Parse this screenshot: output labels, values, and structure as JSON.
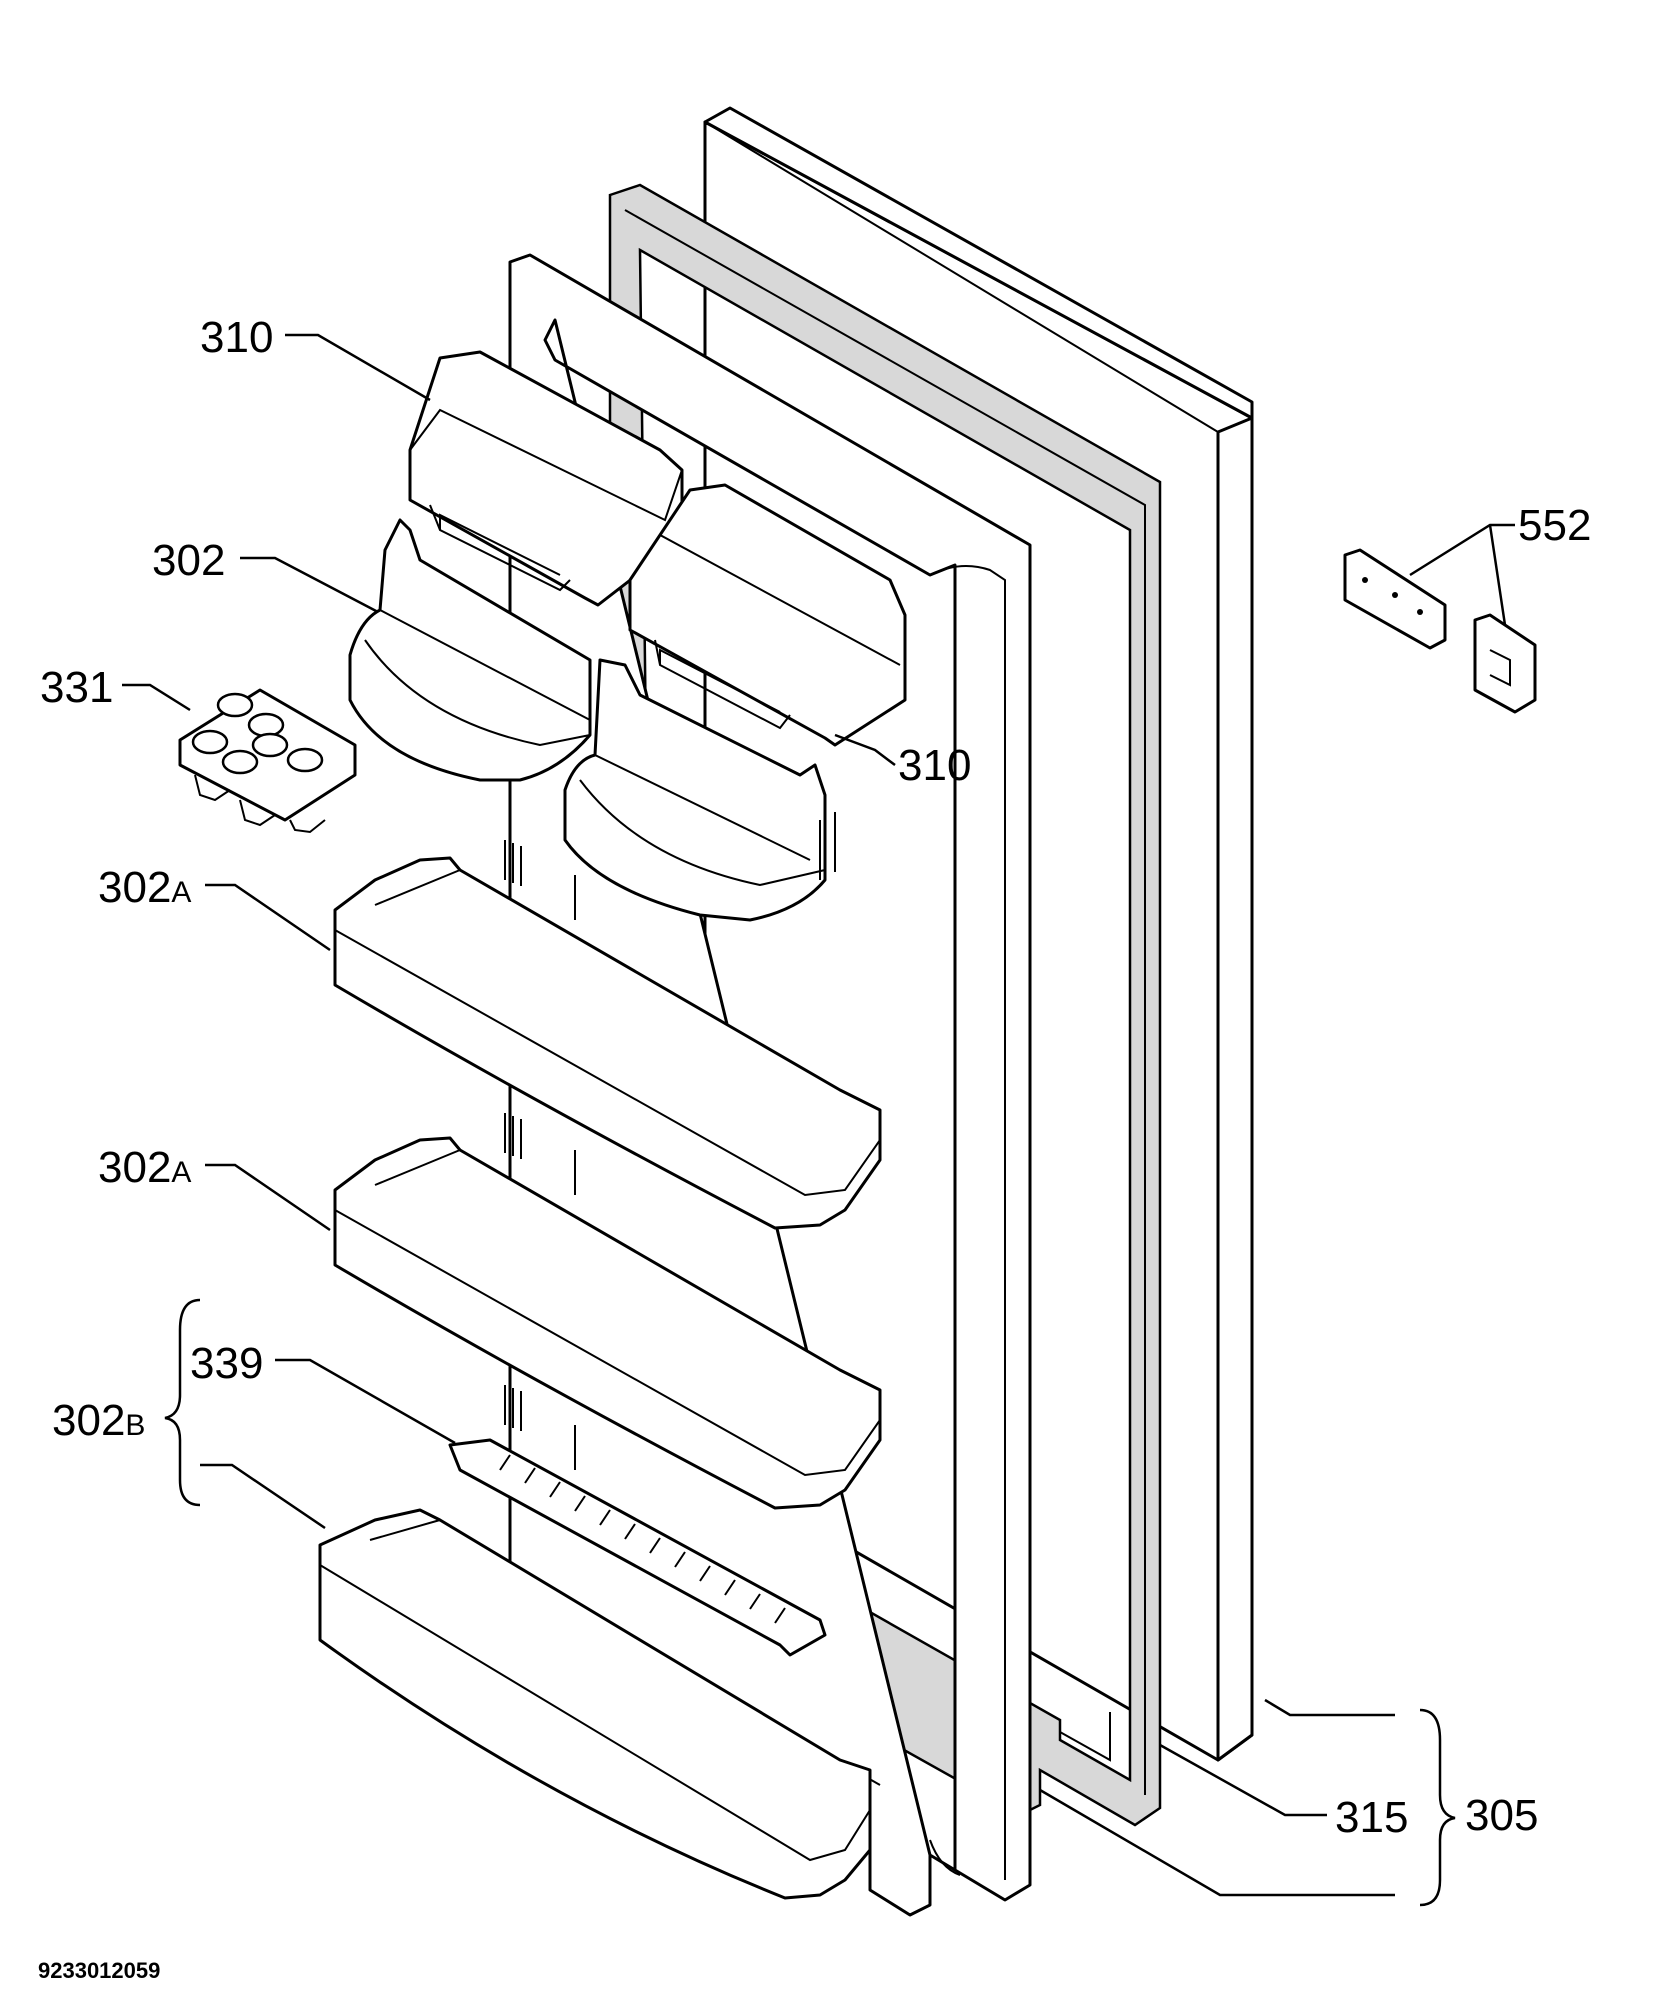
{
  "diagram": {
    "reference_number": "9233012059",
    "callouts": [
      {
        "id": "310-top",
        "number": "310"
      },
      {
        "id": "302",
        "number": "302"
      },
      {
        "id": "331",
        "number": "331"
      },
      {
        "id": "310-right",
        "number": "310"
      },
      {
        "id": "302a-upper",
        "number": "302",
        "suffix": "A"
      },
      {
        "id": "302a-lower",
        "number": "302",
        "suffix": "A"
      },
      {
        "id": "339",
        "number": "339"
      },
      {
        "id": "302b",
        "number": "302",
        "suffix": "B"
      },
      {
        "id": "552",
        "number": "552"
      },
      {
        "id": "315",
        "number": "315"
      },
      {
        "id": "305",
        "number": "305"
      }
    ]
  }
}
